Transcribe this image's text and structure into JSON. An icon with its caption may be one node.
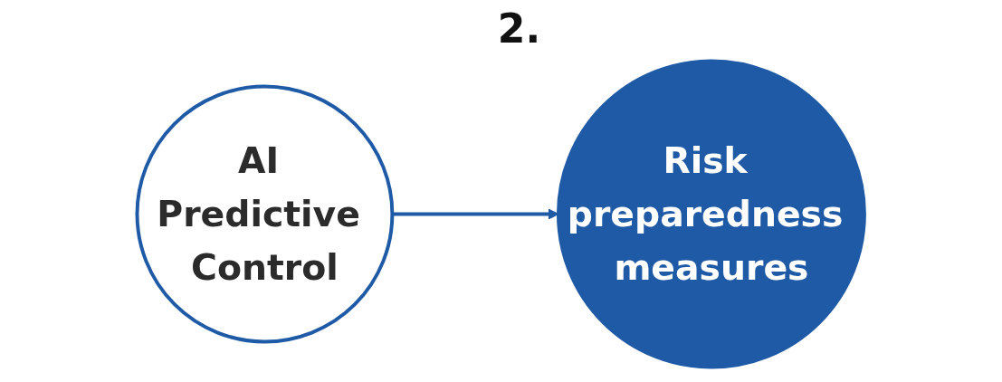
{
  "diagram": {
    "nodes": [
      {
        "text": [
          "AI Predictive Control"
        ]
      },
      {
        "text": [
          "Risk preparedness measures"
        ]
      }
    ],
    "edges": [
      {
        "from": 0,
        "to": 1,
        "arrow": "to"
      }
    ],
    "labels": [
      "2."
    ]
  }
}
